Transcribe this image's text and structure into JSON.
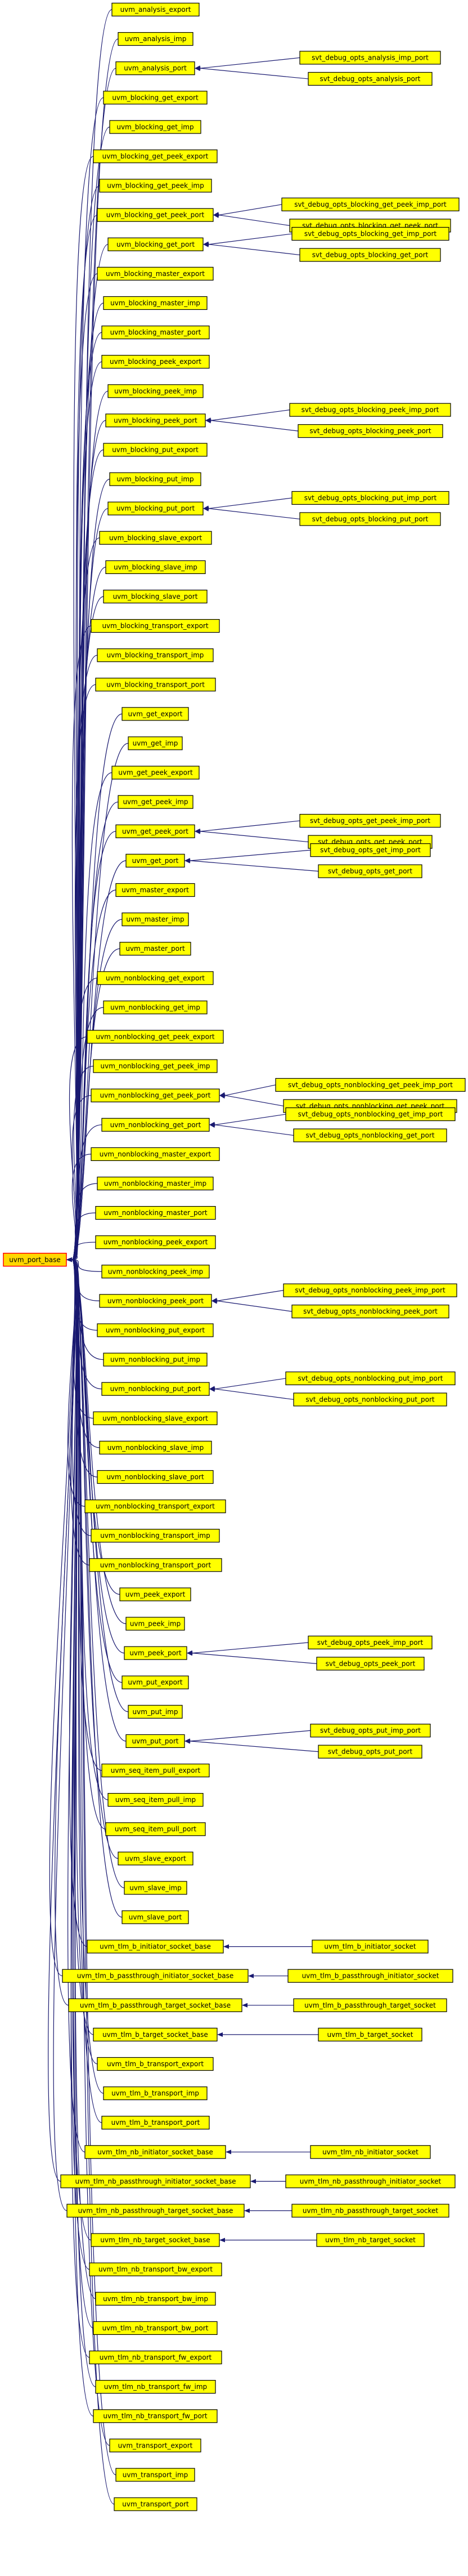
{
  "root": "uvm_port_base",
  "nodes": [
    {
      "label": "uvm_analysis_export",
      "children": []
    },
    {
      "label": "uvm_analysis_imp",
      "children": []
    },
    {
      "label": "uvm_analysis_port",
      "children": [
        "svt_debug_opts_analysis_imp_port",
        "svt_debug_opts_analysis_port"
      ]
    },
    {
      "label": "uvm_blocking_get_export",
      "children": []
    },
    {
      "label": "uvm_blocking_get_imp",
      "children": []
    },
    {
      "label": "uvm_blocking_get_peek_export",
      "children": []
    },
    {
      "label": "uvm_blocking_get_peek_imp",
      "children": []
    },
    {
      "label": "uvm_blocking_get_peek_port",
      "children": [
        "svt_debug_opts_blocking_get_peek_imp_port",
        "svt_debug_opts_blocking_get_peek_port"
      ]
    },
    {
      "label": "uvm_blocking_get_port",
      "children": [
        "svt_debug_opts_blocking_get_imp_port",
        "svt_debug_opts_blocking_get_port"
      ]
    },
    {
      "label": "uvm_blocking_master_export",
      "children": []
    },
    {
      "label": "uvm_blocking_master_imp",
      "children": []
    },
    {
      "label": "uvm_blocking_master_port",
      "children": []
    },
    {
      "label": "uvm_blocking_peek_export",
      "children": []
    },
    {
      "label": "uvm_blocking_peek_imp",
      "children": []
    },
    {
      "label": "uvm_blocking_peek_port",
      "children": [
        "svt_debug_opts_blocking_peek_imp_port",
        "svt_debug_opts_blocking_peek_port"
      ]
    },
    {
      "label": "uvm_blocking_put_export",
      "children": []
    },
    {
      "label": "uvm_blocking_put_imp",
      "children": []
    },
    {
      "label": "uvm_blocking_put_port",
      "children": [
        "svt_debug_opts_blocking_put_imp_port",
        "svt_debug_opts_blocking_put_port"
      ]
    },
    {
      "label": "uvm_blocking_slave_export",
      "children": []
    },
    {
      "label": "uvm_blocking_slave_imp",
      "children": []
    },
    {
      "label": "uvm_blocking_slave_port",
      "children": []
    },
    {
      "label": "uvm_blocking_transport_export",
      "children": []
    },
    {
      "label": "uvm_blocking_transport_imp",
      "children": []
    },
    {
      "label": "uvm_blocking_transport_port",
      "children": []
    },
    {
      "label": "uvm_get_export",
      "children": []
    },
    {
      "label": "uvm_get_imp",
      "children": []
    },
    {
      "label": "uvm_get_peek_export",
      "children": []
    },
    {
      "label": "uvm_get_peek_imp",
      "children": []
    },
    {
      "label": "uvm_get_peek_port",
      "children": [
        "svt_debug_opts_get_peek_imp_port",
        "svt_debug_opts_get_peek_port"
      ]
    },
    {
      "label": "uvm_get_port",
      "children": [
        "svt_debug_opts_get_imp_port",
        "svt_debug_opts_get_port"
      ]
    },
    {
      "label": "uvm_master_export",
      "children": []
    },
    {
      "label": "uvm_master_imp",
      "children": []
    },
    {
      "label": "uvm_master_port",
      "children": []
    },
    {
      "label": "uvm_nonblocking_get_export",
      "children": []
    },
    {
      "label": "uvm_nonblocking_get_imp",
      "children": []
    },
    {
      "label": "uvm_nonblocking_get_peek_export",
      "children": []
    },
    {
      "label": "uvm_nonblocking_get_peek_imp",
      "children": []
    },
    {
      "label": "uvm_nonblocking_get_peek_port",
      "children": [
        "svt_debug_opts_nonblocking_get_peek_imp_port",
        "svt_debug_opts_nonblocking_get_peek_port"
      ]
    },
    {
      "label": "uvm_nonblocking_get_port",
      "children": [
        "svt_debug_opts_nonblocking_get_imp_port",
        "svt_debug_opts_nonblocking_get_port"
      ]
    },
    {
      "label": "uvm_nonblocking_master_export",
      "children": []
    },
    {
      "label": "uvm_nonblocking_master_imp",
      "children": []
    },
    {
      "label": "uvm_nonblocking_master_port",
      "children": []
    },
    {
      "label": "uvm_nonblocking_peek_export",
      "children": []
    },
    {
      "label": "uvm_nonblocking_peek_imp",
      "children": []
    },
    {
      "label": "uvm_nonblocking_peek_port",
      "children": [
        "svt_debug_opts_nonblocking_peek_imp_port",
        "svt_debug_opts_nonblocking_peek_port"
      ]
    },
    {
      "label": "uvm_nonblocking_put_export",
      "children": []
    },
    {
      "label": "uvm_nonblocking_put_imp",
      "children": []
    },
    {
      "label": "uvm_nonblocking_put_port",
      "children": [
        "svt_debug_opts_nonblocking_put_imp_port",
        "svt_debug_opts_nonblocking_put_port"
      ]
    },
    {
      "label": "uvm_nonblocking_slave_export",
      "children": []
    },
    {
      "label": "uvm_nonblocking_slave_imp",
      "children": []
    },
    {
      "label": "uvm_nonblocking_slave_port",
      "children": []
    },
    {
      "label": "uvm_nonblocking_transport_export",
      "children": []
    },
    {
      "label": "uvm_nonblocking_transport_imp",
      "children": []
    },
    {
      "label": "uvm_nonblocking_transport_port",
      "children": []
    },
    {
      "label": "uvm_peek_export",
      "children": []
    },
    {
      "label": "uvm_peek_imp",
      "children": []
    },
    {
      "label": "uvm_peek_port",
      "children": [
        "svt_debug_opts_peek_imp_port",
        "svt_debug_opts_peek_port"
      ]
    },
    {
      "label": "uvm_put_export",
      "children": []
    },
    {
      "label": "uvm_put_imp",
      "children": []
    },
    {
      "label": "uvm_put_port",
      "children": [
        "svt_debug_opts_put_imp_port",
        "svt_debug_opts_put_port"
      ]
    },
    {
      "label": "uvm_seq_item_pull_export",
      "children": []
    },
    {
      "label": "uvm_seq_item_pull_imp",
      "children": []
    },
    {
      "label": "uvm_seq_item_pull_port",
      "children": []
    },
    {
      "label": "uvm_slave_export",
      "children": []
    },
    {
      "label": "uvm_slave_imp",
      "children": []
    },
    {
      "label": "uvm_slave_port",
      "children": []
    },
    {
      "label": "uvm_tlm_b_initiator_socket_base",
      "children": [
        "uvm_tlm_b_initiator_socket"
      ]
    },
    {
      "label": "uvm_tlm_b_passthrough_initiator_socket_base",
      "children": [
        "uvm_tlm_b_passthrough_initiator_socket"
      ]
    },
    {
      "label": "uvm_tlm_b_passthrough_target_socket_base",
      "children": [
        "uvm_tlm_b_passthrough_target_socket"
      ]
    },
    {
      "label": "uvm_tlm_b_target_socket_base",
      "children": [
        "uvm_tlm_b_target_socket"
      ]
    },
    {
      "label": "uvm_tlm_b_transport_export",
      "children": []
    },
    {
      "label": "uvm_tlm_b_transport_imp",
      "children": []
    },
    {
      "label": "uvm_tlm_b_transport_port",
      "children": []
    },
    {
      "label": "uvm_tlm_nb_initiator_socket_base",
      "children": [
        "uvm_tlm_nb_initiator_socket"
      ]
    },
    {
      "label": "uvm_tlm_nb_passthrough_initiator_socket_base",
      "children": [
        "uvm_tlm_nb_passthrough_initiator_socket"
      ]
    },
    {
      "label": "uvm_tlm_nb_passthrough_target_socket_base",
      "children": [
        "uvm_tlm_nb_passthrough_target_socket"
      ]
    },
    {
      "label": "uvm_tlm_nb_target_socket_base",
      "children": [
        "uvm_tlm_nb_target_socket"
      ]
    },
    {
      "label": "uvm_tlm_nb_transport_bw_export",
      "children": []
    },
    {
      "label": "uvm_tlm_nb_transport_bw_imp",
      "children": []
    },
    {
      "label": "uvm_tlm_nb_transport_bw_port",
      "children": []
    },
    {
      "label": "uvm_tlm_nb_transport_fw_export",
      "children": []
    },
    {
      "label": "uvm_tlm_nb_transport_fw_imp",
      "children": []
    },
    {
      "label": "uvm_tlm_nb_transport_fw_port",
      "children": []
    },
    {
      "label": "uvm_transport_export",
      "children": []
    },
    {
      "label": "uvm_transport_imp",
      "children": []
    },
    {
      "label": "uvm_transport_port",
      "children": []
    }
  ]
}
